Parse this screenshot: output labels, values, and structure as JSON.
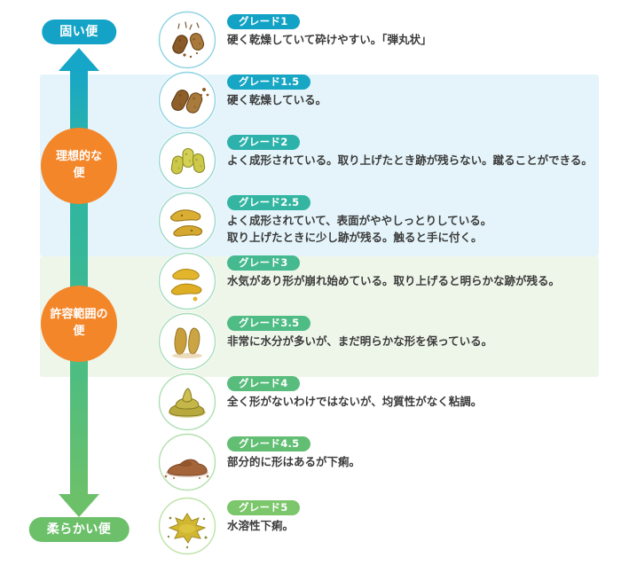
{
  "axis": {
    "top_label": "固い便",
    "bottom_label": "柔らかい便",
    "top_color": "#14a3c7",
    "bottom_color": "#6cc06a",
    "zones": [
      {
        "name": "ideal",
        "line1": "理想的な",
        "line2": "便",
        "color": "#f4862a"
      },
      {
        "name": "acceptable",
        "line1": "許容範囲の",
        "line2": "便",
        "color": "#f4862a"
      }
    ],
    "arrow_up_icon": "arrow-up-icon",
    "arrow_down_icon": "arrow-down-icon"
  },
  "bands": [
    {
      "name": "ideal-band",
      "color": "#e4f4fa"
    },
    {
      "name": "acceptable-band",
      "color": "#eef6ea"
    }
  ],
  "rows": [
    {
      "grade": "グレード1",
      "desc": "硬く乾燥していて砕けやすい。「弾丸状」",
      "badge_color": "#12a2c6",
      "ring_color": "#8fd3e3",
      "icon": "stool-grade-1-icon"
    },
    {
      "grade": "グレード1.5",
      "desc": "硬く乾燥している。",
      "badge_color": "#17a6c4",
      "ring_color": "#8fd3e3",
      "icon": "stool-grade-1-5-icon"
    },
    {
      "grade": "グレード2",
      "desc": "よく成形されている。取り上げたとき跡が残らない。蹴ることができる。",
      "badge_color": "#2cb2ab",
      "ring_color": "#96d6cf",
      "icon": "stool-grade-2-icon"
    },
    {
      "grade": "グレード2.5",
      "desc": "よく成形されていて、表面がややしっとりしている。\n取り上げたときに少し跡が残る。触ると手に付く。",
      "badge_color": "#33b5a2",
      "ring_color": "#9bd8cb",
      "icon": "stool-grade-2-5-icon"
    },
    {
      "grade": "グレード3",
      "desc": "水気があり形が崩れ始めている。取り上げると明らかな跡が残る。",
      "badge_color": "#45b98f",
      "ring_color": "#a5dcc0",
      "icon": "stool-grade-3-icon"
    },
    {
      "grade": "グレード3.5",
      "desc": "非常に水分が多いが、まだ明らかな形を保っている。",
      "badge_color": "#4fbc85",
      "ring_color": "#a9ddb9",
      "icon": "stool-grade-3-5-icon"
    },
    {
      "grade": "グレード4",
      "desc": "全く形がないわけではないが、均質性がなく粘調。",
      "badge_color": "#58bd7c",
      "ring_color": "#aedfb2",
      "icon": "stool-grade-4-icon"
    },
    {
      "grade": "グレード4.5",
      "desc": "部分的に形はあるが下痢。",
      "badge_color": "#62be73",
      "ring_color": "#b3e0ac",
      "icon": "stool-grade-4-5-icon"
    },
    {
      "grade": "グレード5",
      "desc": "水溶性下痢。",
      "badge_color": "#7cc66b",
      "ring_color": "#bde3a6",
      "icon": "stool-grade-5-icon"
    }
  ]
}
